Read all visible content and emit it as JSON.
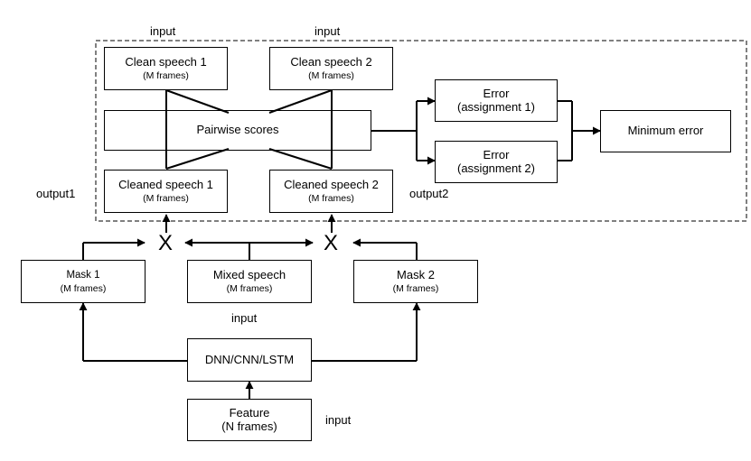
{
  "nodes": {
    "clean1": {
      "line1": "Clean speech 1",
      "line2": "(M frames)"
    },
    "clean2": {
      "line1": "Clean speech 2",
      "line2": "(M frames)"
    },
    "pairwise": {
      "line1": "Pairwise scores"
    },
    "cleaned1": {
      "line1": "Cleaned speech 1",
      "line2": "(M frames)"
    },
    "cleaned2": {
      "line1": "Cleaned speech 2",
      "line2": "(M frames)"
    },
    "error1": {
      "line1": "Error",
      "line2": "(assignment 1)"
    },
    "error2": {
      "line1": "Error",
      "line2": "(assignment 2)"
    },
    "minerr": {
      "line1": "Minimum error"
    },
    "mask1": {
      "line1": "Mask 1",
      "line2": "(M frames)"
    },
    "mixed": {
      "line1": "Mixed speech",
      "line2": "(M frames)"
    },
    "mask2": {
      "line1": "Mask 2",
      "line2": "(M frames)"
    },
    "dnn": {
      "line1": "DNN/CNN/LSTM"
    },
    "feature": {
      "line1": "Feature",
      "line2": "(N frames)"
    }
  },
  "labels": {
    "input_clean1": "input",
    "input_clean2": "input",
    "output1": "output1",
    "output2": "output2",
    "input_mixed": "input",
    "input_feature": "input"
  },
  "operators": {
    "mult1": "X",
    "mult2": "X"
  }
}
